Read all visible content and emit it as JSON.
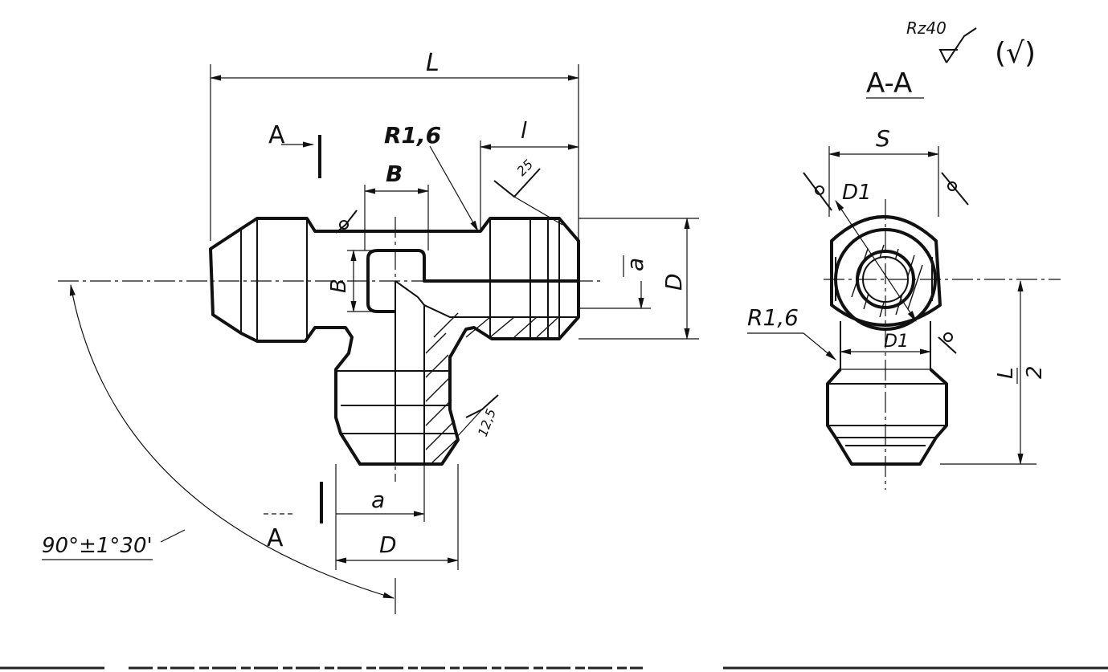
{
  "labels": {
    "dim_L": "L",
    "dim_l": "l",
    "dim_B_top": "B",
    "dim_B_side": "B",
    "dim_a_right": "a",
    "dim_D_right": "D",
    "dim_a_bottom": "a",
    "dim_D_bottom": "D",
    "radius_front": "R1,6",
    "radius_section": "R1,6",
    "section_mark_top": "A",
    "section_mark_bottom": "A",
    "section_title": "A-A",
    "dim_S": "S",
    "dim_D1_top": "D1",
    "dim_D1_bottom": "D1",
    "dim_L_half_num": "L",
    "dim_L_half_den": "2",
    "angle": "90°±1°30'",
    "roughness_general": "Rz40",
    "roughness_check": "(√)",
    "roughness_25": "25",
    "roughness_125": "12,5"
  }
}
